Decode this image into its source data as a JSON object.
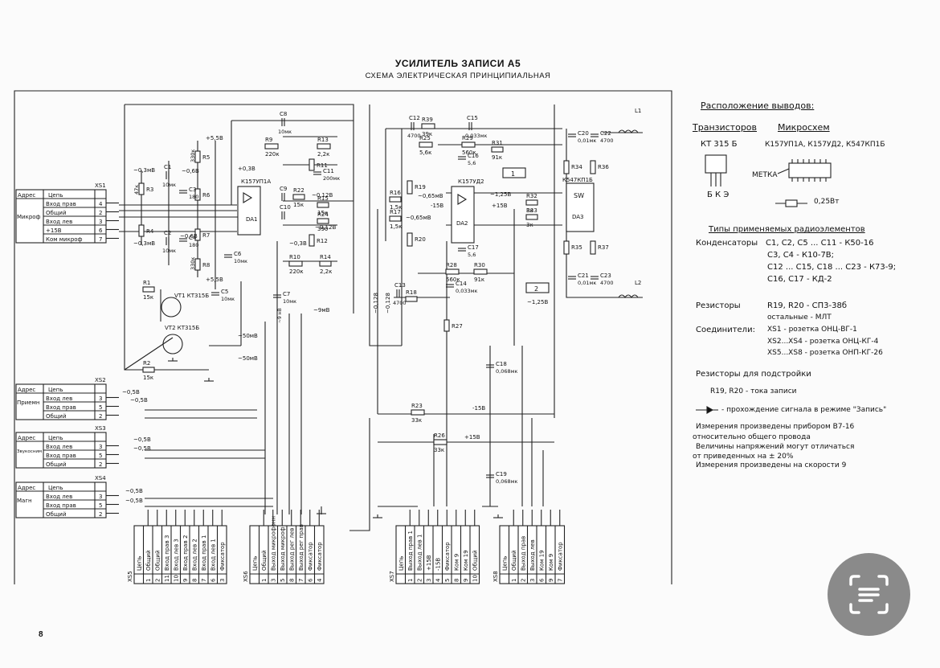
{
  "header": {
    "title": "УСИЛИТЕЛЬ ЗАПИСИ А5",
    "subtitle": "СХЕМА ЭЛЕКТРИЧЕСКАЯ ПРИНЦИПИАЛЬНАЯ"
  },
  "page_number": "8",
  "connectors": {
    "xs1": {
      "ref": "XS1",
      "group": "Микроф",
      "header": [
        "Адрес",
        "Цепь"
      ],
      "rows": [
        {
          "name": "Вход прав",
          "pin": "4"
        },
        {
          "name": "Общий",
          "pin": "2"
        },
        {
          "name": "Вход лев",
          "pin": "3"
        },
        {
          "name": "+15В",
          "pin": "6"
        },
        {
          "name": "Ком микроф",
          "pin": "7"
        }
      ]
    },
    "xs2": {
      "ref": "XS2",
      "group": "Приемн",
      "header": [
        "Адрес",
        "Цепь"
      ],
      "rows": [
        {
          "name": "Вход лев",
          "pin": "3"
        },
        {
          "name": "Вход прав",
          "pin": "5"
        },
        {
          "name": "Общий",
          "pin": "2"
        }
      ]
    },
    "xs3": {
      "ref": "XS3",
      "group": "Звукосним",
      "header": [
        "Адрес",
        "Цепь"
      ],
      "rows": [
        {
          "name": "Вход лев",
          "pin": "3"
        },
        {
          "name": "Вход прав",
          "pin": "5"
        },
        {
          "name": "Общий",
          "pin": "2"
        }
      ]
    },
    "xs4": {
      "ref": "XS4",
      "group": "Магн",
      "header": [
        "Адрес",
        "Цепь"
      ],
      "rows": [
        {
          "name": "Вход лев",
          "pin": "3"
        },
        {
          "name": "Вход прав",
          "pin": "5"
        },
        {
          "name": "Общий",
          "pin": "2"
        }
      ]
    }
  },
  "bottom_connectors": {
    "xs5": {
      "ref": "XS5",
      "header": "Цепь",
      "rows": [
        {
          "pin": "1",
          "name": "Общий"
        },
        {
          "pin": "2",
          "name": "Общий"
        },
        {
          "pin": "11",
          "name": "Вход прав 3"
        },
        {
          "pin": "10",
          "name": "Вход лев 3"
        },
        {
          "pin": "9",
          "name": "Вход прав 2"
        },
        {
          "pin": "8",
          "name": "Вход лев 2"
        },
        {
          "pin": "7",
          "name": "Вход прав 1"
        },
        {
          "pin": "6",
          "name": "Вход лев 1"
        },
        {
          "pin": "3",
          "name": "Фиксатор"
        }
      ]
    },
    "xs6": {
      "ref": "XS6",
      "header": "Цепь",
      "rows": [
        {
          "pin": "1",
          "name": "Общий"
        },
        {
          "pin": "3",
          "name": "Выход микрофонн"
        },
        {
          "pin": "5",
          "name": "Выход микроф"
        },
        {
          "pin": "8",
          "name": "Выход рег лев"
        },
        {
          "pin": "7",
          "name": "Выход рег прав"
        },
        {
          "pin": "6",
          "name": "Фиксатор"
        },
        {
          "pin": "4",
          "name": "Фиксатор"
        }
      ]
    },
    "xs7": {
      "ref": "XS7",
      "header": "Цепь",
      "rows": [
        {
          "pin": "1",
          "name": "Выход прав 1"
        },
        {
          "pin": "2",
          "name": "Выход лев 1"
        },
        {
          "pin": "3",
          "name": "+15В"
        },
        {
          "pin": "4",
          "name": "-15В"
        },
        {
          "pin": "5",
          "name": "Фиксатор"
        },
        {
          "pin": "8",
          "name": "Ком 9"
        },
        {
          "pin": "9",
          "name": "Ком 19"
        },
        {
          "pin": "10",
          "name": "Общий"
        }
      ]
    },
    "xs8": {
      "ref": "XS8",
      "header": "Цепь",
      "rows": [
        {
          "pin": "1",
          "name": "Общий"
        },
        {
          "pin": "2",
          "name": "Выход прав"
        },
        {
          "pin": "3",
          "name": "Выход лев"
        },
        {
          "pin": "6",
          "name": "Ком 19"
        },
        {
          "pin": "9",
          "name": "Ком 9"
        },
        {
          "pin": "7",
          "name": "Фиксатор"
        }
      ]
    }
  },
  "components": {
    "resistors": [
      "R1",
      "R2",
      "R3",
      "R4",
      "R5",
      "R6",
      "R7",
      "R8",
      "R9",
      "R10",
      "R11",
      "R12",
      "R13",
      "R14",
      "R15",
      "R16",
      "R17",
      "R18",
      "R19",
      "R20",
      "R21",
      "R22",
      "R23",
      "R24",
      "R25",
      "R26",
      "R27",
      "R28",
      "R29",
      "R30",
      "R31",
      "R32",
      "R33",
      "R34",
      "R35",
      "R36",
      "R37",
      "R38",
      "R39"
    ],
    "capacitors": [
      "C1",
      "C2",
      "C3",
      "C4",
      "C5",
      "C6",
      "C7",
      "C8",
      "C9",
      "C10",
      "C11",
      "C12",
      "C13",
      "C14",
      "C15",
      "C16",
      "C17",
      "C18",
      "C19",
      "C20",
      "C21",
      "C22",
      "C23"
    ],
    "values": {
      "R1": "15к",
      "R2": "15к",
      "R9": "220к",
      "R10": "220к",
      "R13": "2,2к",
      "R14": "2,2к",
      "R22": "15к",
      "R24": "390",
      "R15": "15к",
      "R25": "5,6к",
      "R29": "560к",
      "R28": "560к",
      "R31": "91к",
      "R30": "91к",
      "R32": "3к",
      "R33": "3к",
      "R39": "39к",
      "R38": "39к",
      "R23": "33к",
      "R26": "33к",
      "R16": "1,5к",
      "R17": "1,5к",
      "R5": "330к",
      "R8": "330к",
      "R3": "47к",
      "C8": "10мк",
      "C11": "200мк",
      "C7": "10мк",
      "C5": "10мк",
      "C6": "10мк",
      "C2": "10мк",
      "C1": "10мк",
      "C12": "4700",
      "C13": "4700",
      "C15": "0,033мк",
      "C14": "0,033мк",
      "C16": "5,6",
      "C17": "5,6",
      "C18": "0,068мк",
      "C19": "0,068мк",
      "C20": "0,01мк",
      "C21": "0,01мк",
      "C22": "4700",
      "C23": "4700",
      "C3": "180",
      "C4": "180"
    },
    "ics": {
      "DA1": "К157УП1А",
      "DA2": "К157УД2",
      "DA3": "К547КП1Б"
    },
    "transistors": {
      "VT1": "КТ315Б",
      "VT2": "КТ315Б"
    },
    "inductors": [
      "L1",
      "L2"
    ]
  },
  "voltages": {
    "v1": "~0,3мВ",
    "v2": "~0,3мВ",
    "v3": "+0,3В",
    "v4": "~0,12В",
    "v5": "~0,12В",
    "v6": "+5,5В",
    "v7": "+5,5В",
    "v8": "~0,6В",
    "v9": "~0,6В",
    "v10": "~0,3В",
    "v11": "~9мВ",
    "v12": "~50мВ",
    "v13": "~50мВ",
    "v14": "~0,12В",
    "v15": "~0,5В",
    "v16": "~0,5В",
    "v17": "~0,5В",
    "v18": "~0,5В",
    "v19": "~0,5В",
    "v20": "~0,5В",
    "v21": "~1,25В",
    "v22": "-15В",
    "v23": "+15В",
    "v24": "~1,25В",
    "v25": "~0,128",
    "v26": "~0,128",
    "v27": "~0,65мВ",
    "v28": "~0,65мВ",
    "v29": "+15В",
    "v30": "-15В"
  },
  "notes": {
    "pinout_title": "Расположение выводов:",
    "transistors_title": "Транзисторов",
    "transistor_type": "КТ 315 Б",
    "transistor_pins": "Б К Э",
    "ics_title": "Микросхем",
    "ic_types": "К157УП1А, К157УД2, К547КП1Б",
    "mark": "МЕТКА",
    "resistor_power": "0,25Вт",
    "types_title": "Типы применяемых радиоэлементов",
    "capacitors_label": "Конденсаторы",
    "capacitors_1": "С1, С2, С5 ... С11 - К50-16",
    "capacitors_2": "С3, С4 - К10-7В;",
    "capacitors_3": "С12 ... С15, С18 ... С23 - К73-9;",
    "capacitors_4": "С16, С17 - КД-2",
    "resistors_label": "Резисторы",
    "resistors_1": "R19, R20 - СП3-38б",
    "resistors_2": "остальные - МЛТ",
    "connectors_label": "Соединители:",
    "connectors_1": "XS1 - розетка ОНЦ-ВГ-1",
    "connectors_2": "XS2...XS4 - розетка ОНЦ-КГ-4",
    "connectors_3": "XS5...XS8 - розетка ОНП-КГ-26",
    "tune_title": "Резисторы для подстройки",
    "tune_1": "R19, R20 - тока записи",
    "signal_path": "- прохождение сигнала в режиме \"Запись\"",
    "measure_1": "Измерения произведены прибором В7-16",
    "measure_2": "относительно общего провода",
    "measure_3": "Величины напряжений могут отличаться",
    "measure_4": "от приведенных на ± 20%",
    "measure_5": "Измерения произведены на скорости 9"
  },
  "scan_button": {
    "icon": "document-scan-icon",
    "color": "#8a8a8a"
  }
}
